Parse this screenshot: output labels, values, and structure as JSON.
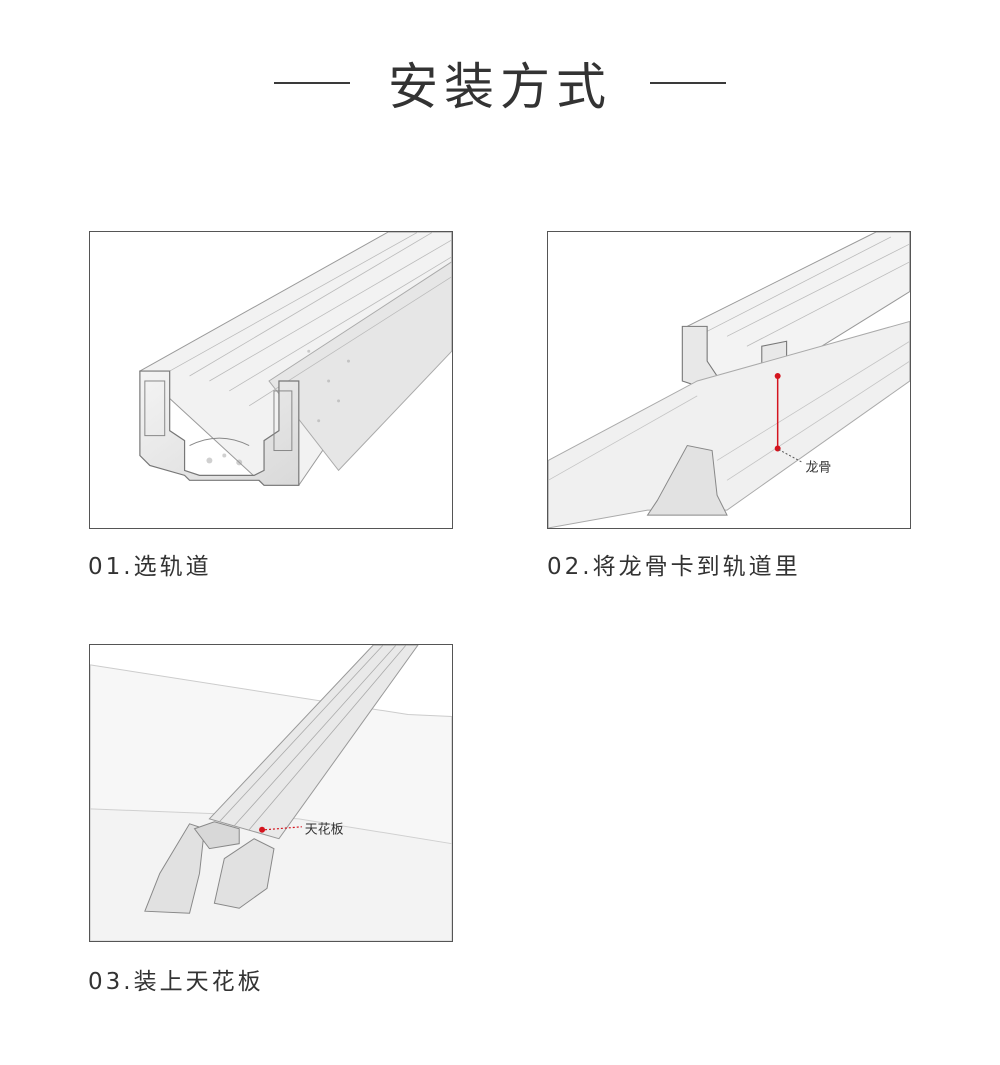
{
  "header": {
    "title": "安装方式"
  },
  "steps": [
    {
      "caption": "01.选轨道",
      "image": "track-profile-illustration"
    },
    {
      "caption": "02.将龙骨卡到轨道里",
      "image": "keel-into-track-illustration",
      "callout": "龙骨"
    },
    {
      "caption": "03.装上天花板",
      "image": "ceiling-installed-illustration",
      "callout": "天花板"
    }
  ],
  "colors": {
    "callout_marker": "#d4141e",
    "frame": "#555555",
    "text": "#333333"
  }
}
